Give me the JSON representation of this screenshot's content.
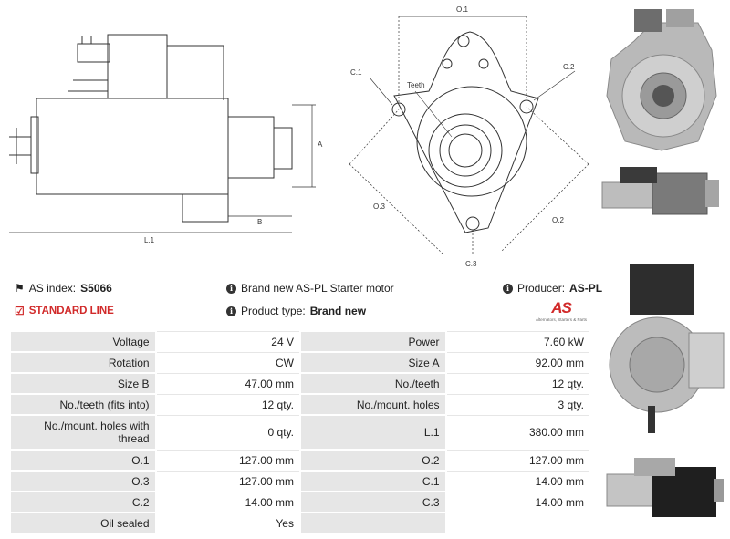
{
  "drawing": {
    "labels": {
      "A": "A",
      "B": "B",
      "L1": "L.1",
      "O1": "O.1",
      "O2": "O.2",
      "O3": "O.3",
      "C1": "C.1",
      "C2": "C.2",
      "C3": "C.3",
      "teeth": "Teeth"
    }
  },
  "info": {
    "as_index_label": "AS index:",
    "as_index_value": "S5066",
    "standard_line": "STANDARD LINE",
    "brand_text": "Brand new AS-PL Starter motor",
    "product_type_label": "Product type:",
    "product_type_value": "Brand new",
    "producer_label": "Producer:",
    "producer_value": "AS-PL"
  },
  "logo": {
    "mark": "AS",
    "tagline": "Alternators, Starters & Parts"
  },
  "colors": {
    "accent": "#d12a2a",
    "row_key_bg": "#e6e6e6"
  },
  "icons": {
    "as_index": "tag-icon",
    "standard_line": "check-square-icon",
    "info": "info-icon"
  },
  "specs": [
    {
      "k1": "Voltage",
      "v1": "24 V",
      "k2": "Power",
      "v2": "7.60 kW"
    },
    {
      "k1": "Rotation",
      "v1": "CW",
      "k2": "Size A",
      "v2": "92.00 mm"
    },
    {
      "k1": "Size B",
      "v1": "47.00 mm",
      "k2": "No./teeth",
      "v2": "12 qty."
    },
    {
      "k1": "No./teeth (fits into)",
      "v1": "12 qty.",
      "k2": "No./mount. holes",
      "v2": "3 qty."
    },
    {
      "k1": "No./mount. holes with thread",
      "v1": "0 qty.",
      "k2": "L.1",
      "v2": "380.00 mm"
    },
    {
      "k1": "O.1",
      "v1": "127.00 mm",
      "k2": "O.2",
      "v2": "127.00 mm"
    },
    {
      "k1": "O.3",
      "v1": "127.00 mm",
      "k2": "C.1",
      "v2": "14.00 mm"
    },
    {
      "k1": "C.2",
      "v1": "14.00 mm",
      "k2": "C.3",
      "v2": "14.00 mm"
    },
    {
      "k1": "Oil sealed",
      "v1": "Yes",
      "k2": "",
      "v2": ""
    }
  ]
}
